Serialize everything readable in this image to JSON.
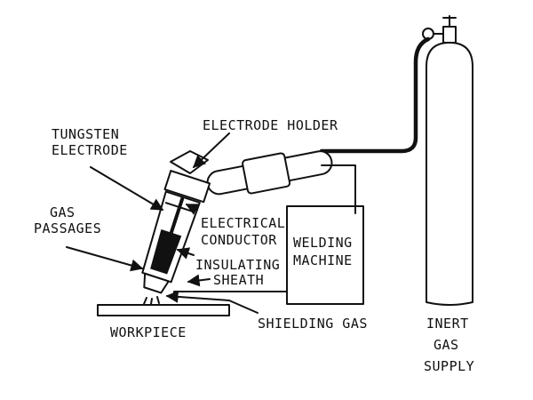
{
  "labels": {
    "tungsten": "TUNGSTEN",
    "electrode": "ELECTRODE",
    "electrode_holder": "ELECTRODE HOLDER",
    "gas": "GAS",
    "passages": "PASSAGES",
    "electrical": "ELECTRICAL",
    "conductor": "CONDUCTOR",
    "insulating": "INSULATING",
    "sheath": "SHEATH",
    "welding": "WELDING",
    "machine": "MACHINE",
    "workpiece": "WORKPIECE",
    "shielding_gas": "SHIELDING GAS",
    "inert": "INERT",
    "gas_supply_gas": "GAS",
    "supply": "SUPPLY"
  }
}
